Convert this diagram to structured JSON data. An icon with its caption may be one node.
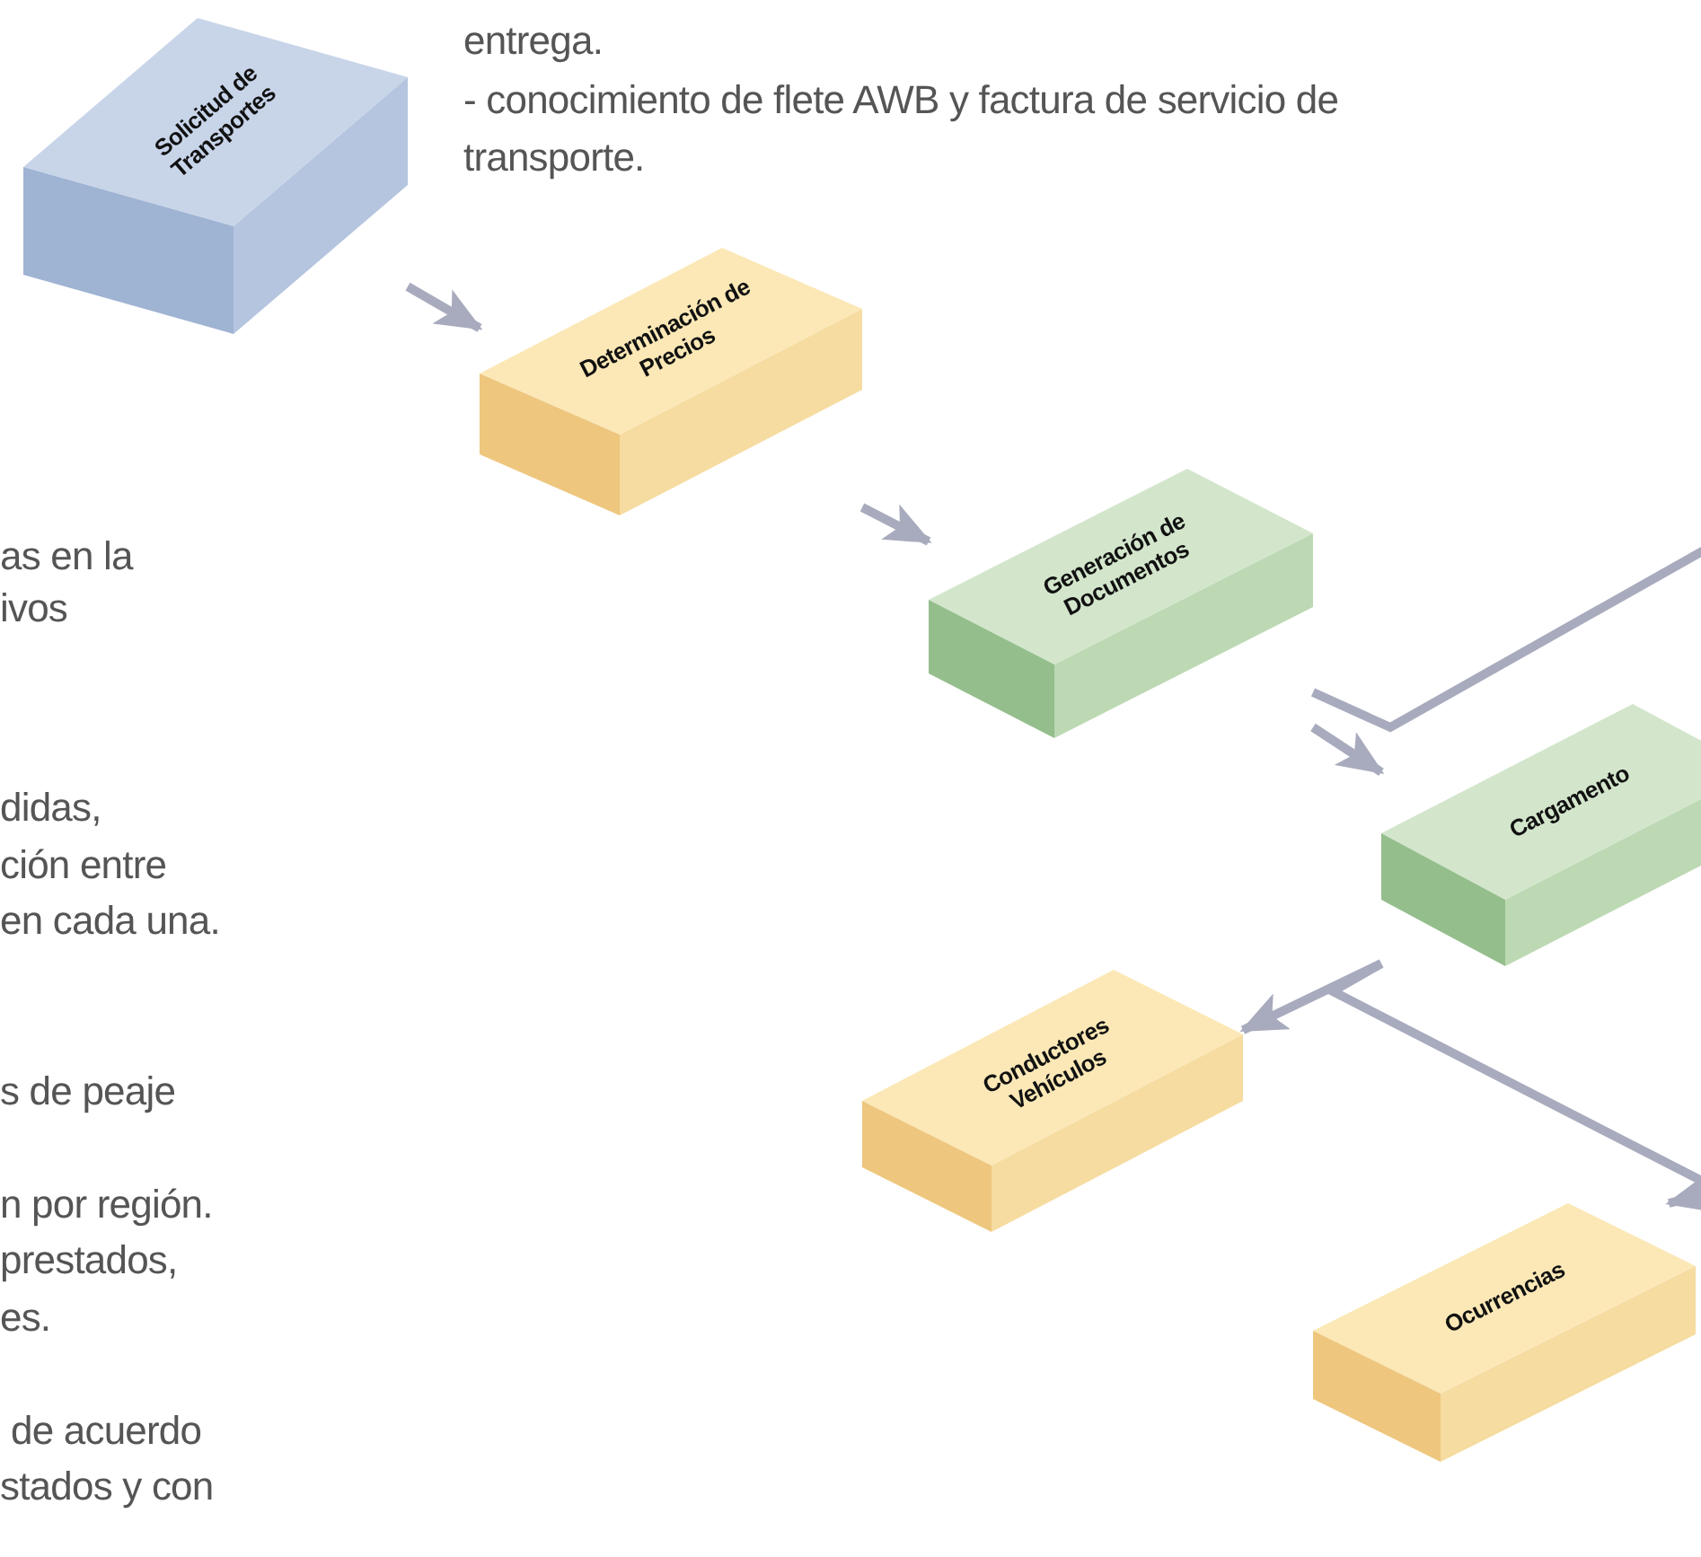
{
  "diagram": {
    "nodes": [
      {
        "text": [
          "Solicitud de Transportes"
        ]
      },
      {
        "text": [
          "Determinación de Precios"
        ]
      },
      {
        "text": [
          "Generación de Documentos"
        ]
      },
      {
        "text": [
          "Cargamento"
        ]
      },
      {
        "text": [
          "Conductores Vehículos"
        ]
      },
      {
        "text": [
          "Ocurrencias"
        ]
      }
    ],
    "edges": [
      {
        "from": 0,
        "to": 1,
        "arrow": "to"
      },
      {
        "from": 1,
        "to": 2,
        "arrow": "to"
      },
      {
        "from": 2,
        "to": 3,
        "arrow": "to"
      },
      {
        "from": 3,
        "to": 4,
        "arrow": "to"
      },
      {
        "from": 3,
        "to": 5,
        "arrow": "to"
      },
      {
        "from": 2,
        "to": null,
        "arrow": "none"
      }
    ],
    "labels": [
      "entrega.",
      "- conocimiento de flete AWB y factura de servicio de transporte.",
      "as en la",
      "ivos",
      "didas,",
      "ción entre",
      "en cada una.",
      "s de peaje",
      "n por región.",
      "prestados,",
      "es.",
      "de acuerdo",
      "stados y con"
    ]
  }
}
